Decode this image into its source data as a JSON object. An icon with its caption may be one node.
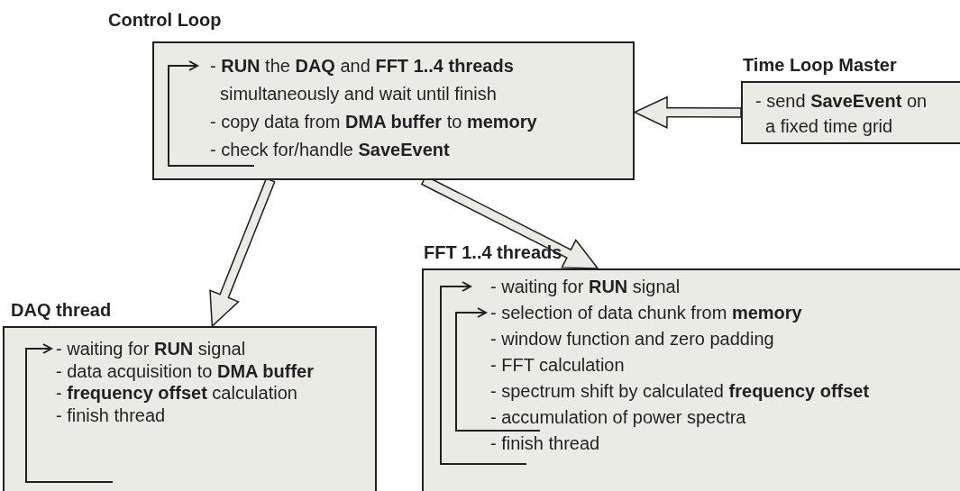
{
  "diagram": {
    "nodes": [
      {
        "text": [
          "Control Loop",
          "- **RUN** the **DAQ** and **FFT 1..4 threads** simultaneously and wait until finish",
          "- copy data from **DMA buffer** to **memory**",
          "- check for/handle **SaveEvent**"
        ]
      },
      {
        "text": [
          "Time Loop Master",
          "- send **SaveEvent** on a fixed time grid"
        ]
      },
      {
        "text": [
          "DAQ thread",
          "- waiting for **RUN** signal",
          "- data acquisition to **DMA buffer**",
          "- **frequency offset** calculation",
          "- finish thread"
        ]
      },
      {
        "text": [
          "FFT 1..4 threads",
          "- waiting for **RUN** signal",
          "- selection of data chunk from **memory**",
          "- window function and zero padding",
          "- FFT calculation",
          "- spectrum shift by calculated **frequency offset**",
          "- accumulation of power spectra",
          "- finish thread"
        ]
      }
    ],
    "edges": [
      {
        "from": 1,
        "to": 0,
        "arrow": "to"
      },
      {
        "from": 0,
        "to": 2,
        "arrow": "to"
      },
      {
        "from": 0,
        "to": 3,
        "arrow": "to"
      }
    ]
  }
}
